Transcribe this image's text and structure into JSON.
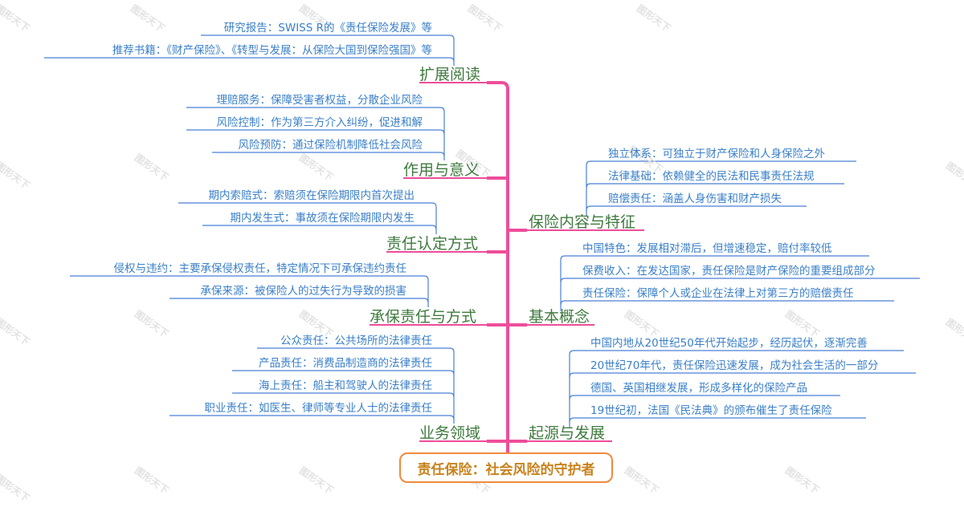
{
  "root": {
    "label": "责任保险：社会风险的守护者"
  },
  "colors": {
    "trunk": "#ee4d9a",
    "leaf_line": "#4a7fd8",
    "leaf_text": "#3a7fc8",
    "branch_text": "#3f7a3f",
    "root_border": "#f08a3c",
    "root_text": "#c8821c"
  },
  "left_branches": [
    {
      "label": "扩展阅读",
      "items": [
        "研究报告：SWISS R的《责任保险发展》等",
        "推荐书籍：《财产保险》、《转型与发展：从保险大国到保险强国》等"
      ]
    },
    {
      "label": "作用与意义",
      "items": [
        "理赔服务：保障受害者权益，分散企业风险",
        "风险控制：作为第三方介入纠纷，促进和解",
        "风险预防：通过保险机制降低社会风险"
      ]
    },
    {
      "label": "责任认定方式",
      "items": [
        "期内索赔式：索赔须在保险期限内首次提出",
        "期内发生式：事故须在保险期限内发生"
      ]
    },
    {
      "label": "承保责任与方式",
      "items": [
        "侵权与违约：主要承保侵权责任，特定情况下可承保违约责任",
        "承保来源：被保险人的过失行为导致的损害"
      ]
    },
    {
      "label": "业务领域",
      "items": [
        "公众责任：公共场所的法律责任",
        "产品责任：消费品制造商的法律责任",
        "海上责任：船主和驾驶人的法律责任",
        "职业责任：如医生、律师等专业人士的法律责任"
      ]
    }
  ],
  "right_branches": [
    {
      "label": "保险内容与特征",
      "items": [
        "独立体系：可独立于财产保险和人身保险之外",
        "法律基础：依赖健全的民法和民事责任法规",
        "赔偿责任：涵盖人身伤害和财产损失"
      ]
    },
    {
      "label": "基本概念",
      "items": [
        "中国特色：发展相对滞后，但增速稳定，赔付率较低",
        "保费收入：在发达国家，责任保险是财产保险的重要组成部分",
        "责任保险：保障个人或企业在法律上对第三方的赔偿责任"
      ]
    },
    {
      "label": "起源与发展",
      "items": [
        "中国内地从20世纪50年代开始起步，经历起伏，逐渐完善",
        "20世纪70年代，责任保险迅速发展，成为社会生活的一部分",
        "德国、英国相继发展，形成多样化的保险产品",
        "19世纪初，法国《民法典》的颁布催生了责任保险"
      ]
    }
  ],
  "watermark": {
    "text": "图形天下"
  }
}
